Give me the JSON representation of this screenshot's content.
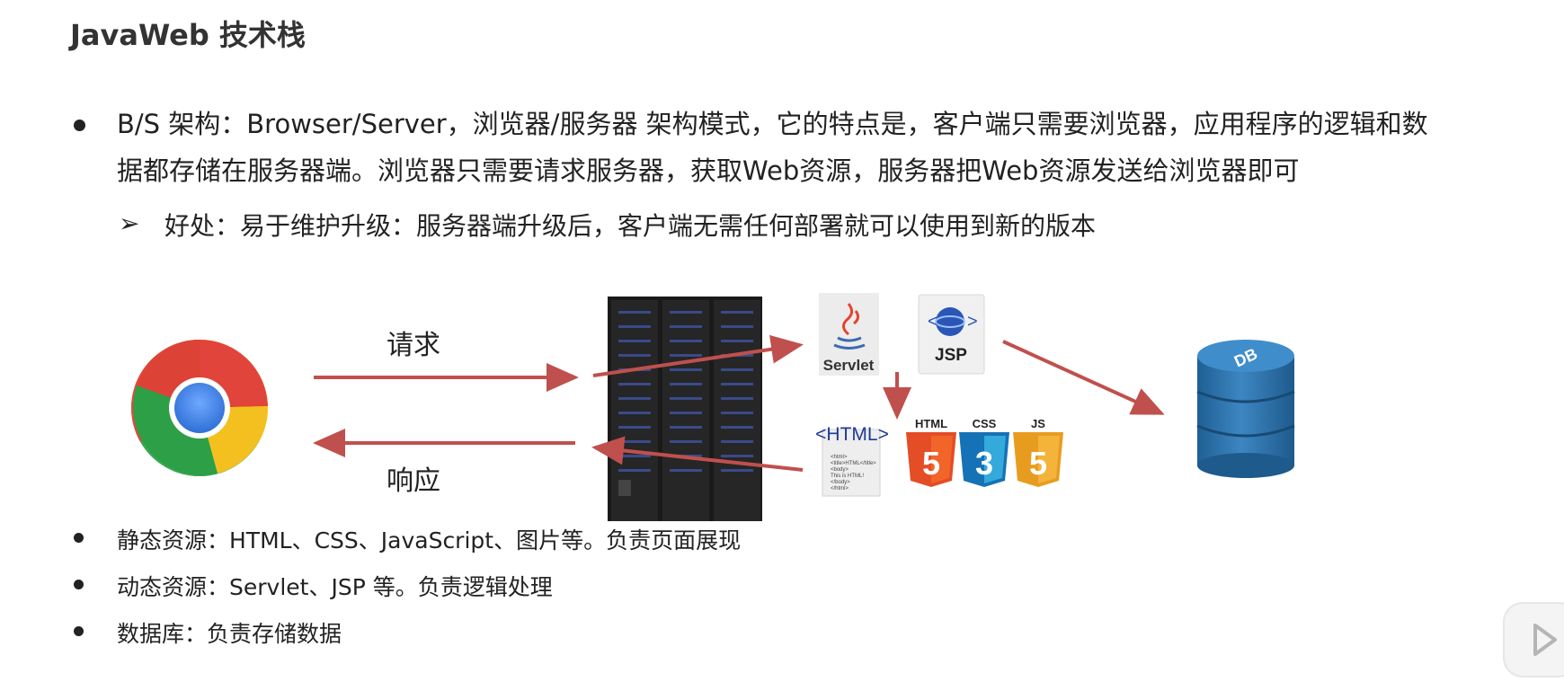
{
  "title": "JavaWeb 技术栈",
  "bs": {
    "line1": "B/S 架构：Browser/Server，浏览器/服务器 架构模式，它的特点是，客户端只需要浏览器，应用程序的逻辑和数",
    "line2": "据都存储在服务器端。浏览器只需要请求服务器，获取Web资源，服务器把Web资源发送给浏览器即可",
    "benefit": "好处：易于维护升级：服务器端升级后，客户端无需任何部署就可以使用到新的版本"
  },
  "diagram": {
    "request_label": "请求",
    "response_label": "响应",
    "servlet_label": "Servlet",
    "jsp_label": "JSP",
    "html_label": "<HTML>",
    "html_snippet": [
      "<html>",
      "<title>HTML</title>",
      "<body>",
      "This is HTML!",
      "</body>",
      "</html>"
    ],
    "html5_label": "HTML",
    "css3_label": "CSS",
    "js_label": "JS",
    "db_label": "DB",
    "arrow_color": "#c0504d"
  },
  "resources": [
    "静态资源：HTML、CSS、JavaScript、图片等。负责页面展现",
    "动态资源：Servlet、JSP 等。负责逻辑处理",
    "数据库：负责存储数据"
  ]
}
